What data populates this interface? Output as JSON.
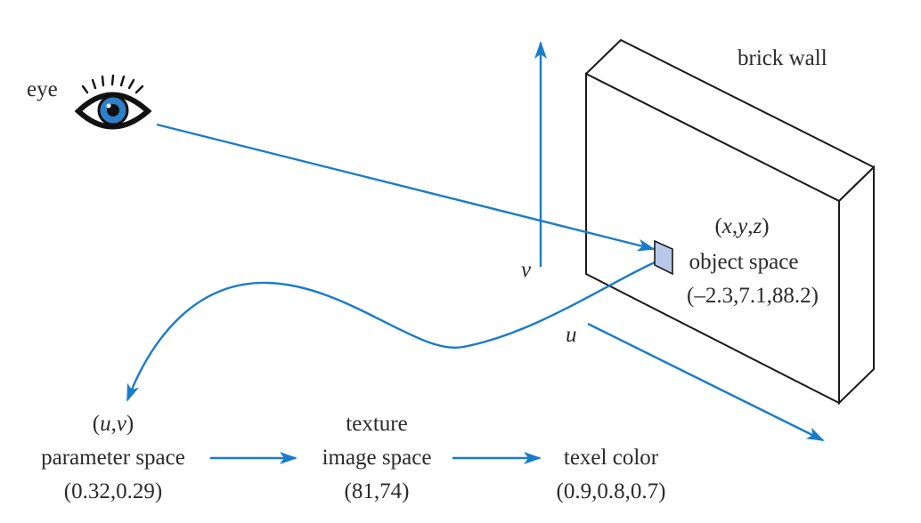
{
  "labels": {
    "eye": "eye",
    "brick_wall": "brick wall",
    "v_axis": "v",
    "u_axis": "u",
    "xyz_open": "(",
    "xyz_x": "x",
    "xyz_c1": ",",
    "xyz_y": "y",
    "xyz_c2": ",",
    "xyz_z": "z",
    "xyz_close": ")",
    "object_space": "object space",
    "object_coords": "(–2.3,7.1,88.2)",
    "uv_open": "(",
    "uv_u": "u",
    "uv_comma": ",",
    "uv_v": "v",
    "uv_close": ")",
    "parameter_space": "parameter space",
    "parameter_coords": "(0.32,0.29)",
    "texture": "texture",
    "image_space": "image space",
    "image_coords": "(81,74)",
    "texel_color": "texel color",
    "texel_coords": "(0.9,0.8,0.7)"
  },
  "colors": {
    "arrow_blue": "#1a7cc8",
    "patch_fill": "#b8c8e8",
    "eye_iris": "#2f7fc8",
    "text": "#2b2b2b"
  },
  "icons": {
    "eye": "eye-icon"
  }
}
